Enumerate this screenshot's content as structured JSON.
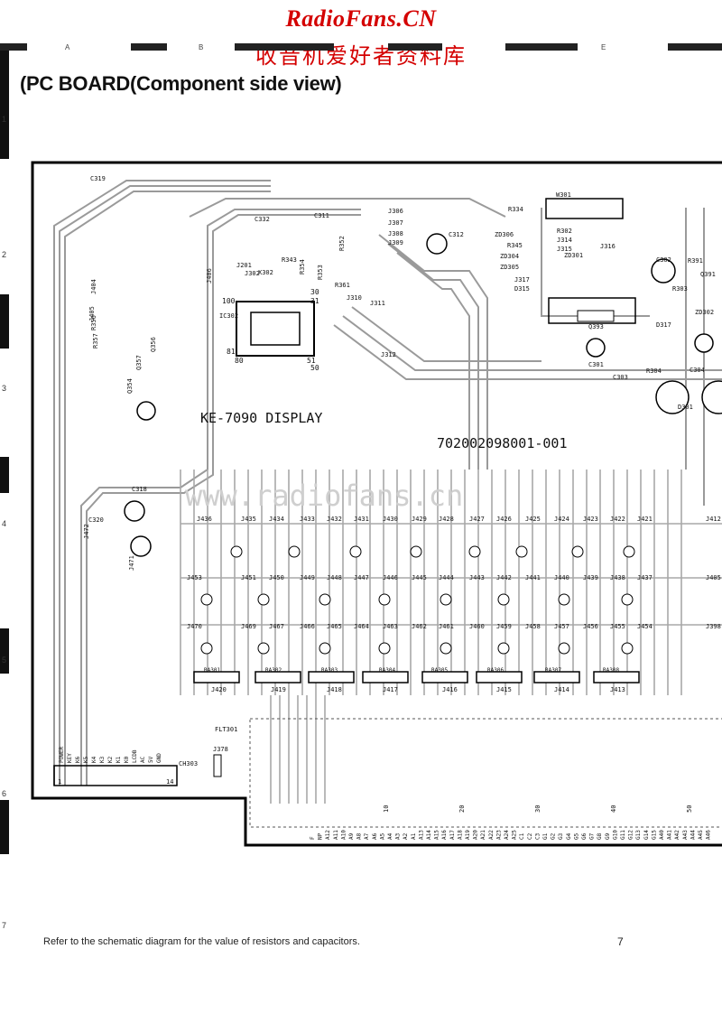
{
  "watermark": {
    "site": "RadioFans.CN",
    "chinese": "收音机爱好者资料库",
    "url_faint": "www.radiofans.cn"
  },
  "grid": {
    "columns": [
      "A",
      "B",
      "E"
    ],
    "rows": [
      "1",
      "2",
      "3",
      "4",
      "5",
      "6",
      "7"
    ]
  },
  "page": {
    "heading": "(PC BOARD(Component side view)",
    "footer_note": "Refer to the schematic diagram for the value of resistors and capacitors.",
    "page_number": "7"
  },
  "board": {
    "title": "KE-7090 DISPLAY",
    "part_number": "702002098001-001",
    "ic_pins": [
      "100",
      "31",
      "30",
      "81",
      "80",
      "51",
      "50"
    ],
    "labels_top": [
      "C332",
      "C311",
      "J306",
      "J307",
      "J308",
      "J309",
      "C312",
      "J201",
      "J302",
      "R343",
      "X302",
      "R352",
      "J406",
      "R354",
      "R353",
      "R361",
      "J310",
      "J311",
      "J312",
      "IC302",
      "W301",
      "R334",
      "R302",
      "ZD306",
      "R345",
      "ZD304",
      "J314",
      "J315",
      "ZD305",
      "J316",
      "ZD301",
      "J317",
      "D315",
      "C302",
      "R391",
      "Q391",
      "R303",
      "ZD302",
      "Q393",
      "D317",
      "C301",
      "C303",
      "R304",
      "C304",
      "D301",
      "J404",
      "J405",
      "R356",
      "R357",
      "Q356",
      "Q357",
      "Q354",
      "C318",
      "C320",
      "J472",
      "J471",
      "C319"
    ],
    "j_row1": [
      "J436",
      "J435",
      "J434",
      "J433",
      "J432",
      "J431",
      "J430",
      "J429",
      "J428",
      "J427",
      "J426",
      "J425",
      "J424",
      "J423",
      "J422",
      "J421",
      "J412"
    ],
    "j_row2": [
      "J453",
      "J451",
      "J450",
      "J449",
      "J448",
      "J447",
      "J446",
      "J445",
      "J444",
      "J443",
      "J442",
      "J441",
      "J440",
      "J439",
      "J438",
      "J437",
      "J405"
    ],
    "j_row3": [
      "J470",
      "J469",
      "J467",
      "J466",
      "J465",
      "J464",
      "J463",
      "J462",
      "J461",
      "J460",
      "J459",
      "J458",
      "J457",
      "J456",
      "J455",
      "J454",
      "J398"
    ],
    "resistor_arrays": [
      "RA301",
      "RA302",
      "RA303",
      "RA304",
      "RA305",
      "RA306",
      "RA307",
      "RA308"
    ],
    "j_bottom": [
      "J420",
      "J419",
      "J418",
      "J417",
      "J416",
      "J415",
      "J414",
      "J413"
    ],
    "connector": {
      "name": "CH303",
      "pins": [
        "POWER",
        "KEY",
        "K6",
        "K5",
        "K4",
        "K3",
        "K2",
        "K1",
        "K0",
        "LCDB",
        "AC",
        "5V",
        "GND"
      ],
      "pin_first": "1",
      "pin_last": "14"
    },
    "flt": "FLT301",
    "j378": "J378",
    "bottom_pins": [
      "F",
      "NP",
      "A12",
      "A11",
      "A10",
      "A9",
      "A8",
      "A7",
      "A6",
      "A5",
      "A4",
      "A3",
      "A2",
      "A1",
      "A13",
      "A14",
      "A15",
      "A16",
      "A17",
      "A18",
      "A19",
      "A20",
      "A21",
      "A22",
      "A23",
      "A24",
      "A25",
      "C1",
      "C2",
      "C3",
      "G1",
      "G2",
      "G3",
      "G4",
      "G5",
      "G6",
      "G7",
      "G8",
      "G9",
      "G10",
      "G11",
      "G12",
      "G13",
      "G14",
      "G15",
      "A40",
      "A41",
      "A42",
      "A43",
      "A44",
      "A45",
      "A46"
    ],
    "bottom_pin_markers": [
      "10",
      "20",
      "30",
      "40",
      "50"
    ]
  }
}
